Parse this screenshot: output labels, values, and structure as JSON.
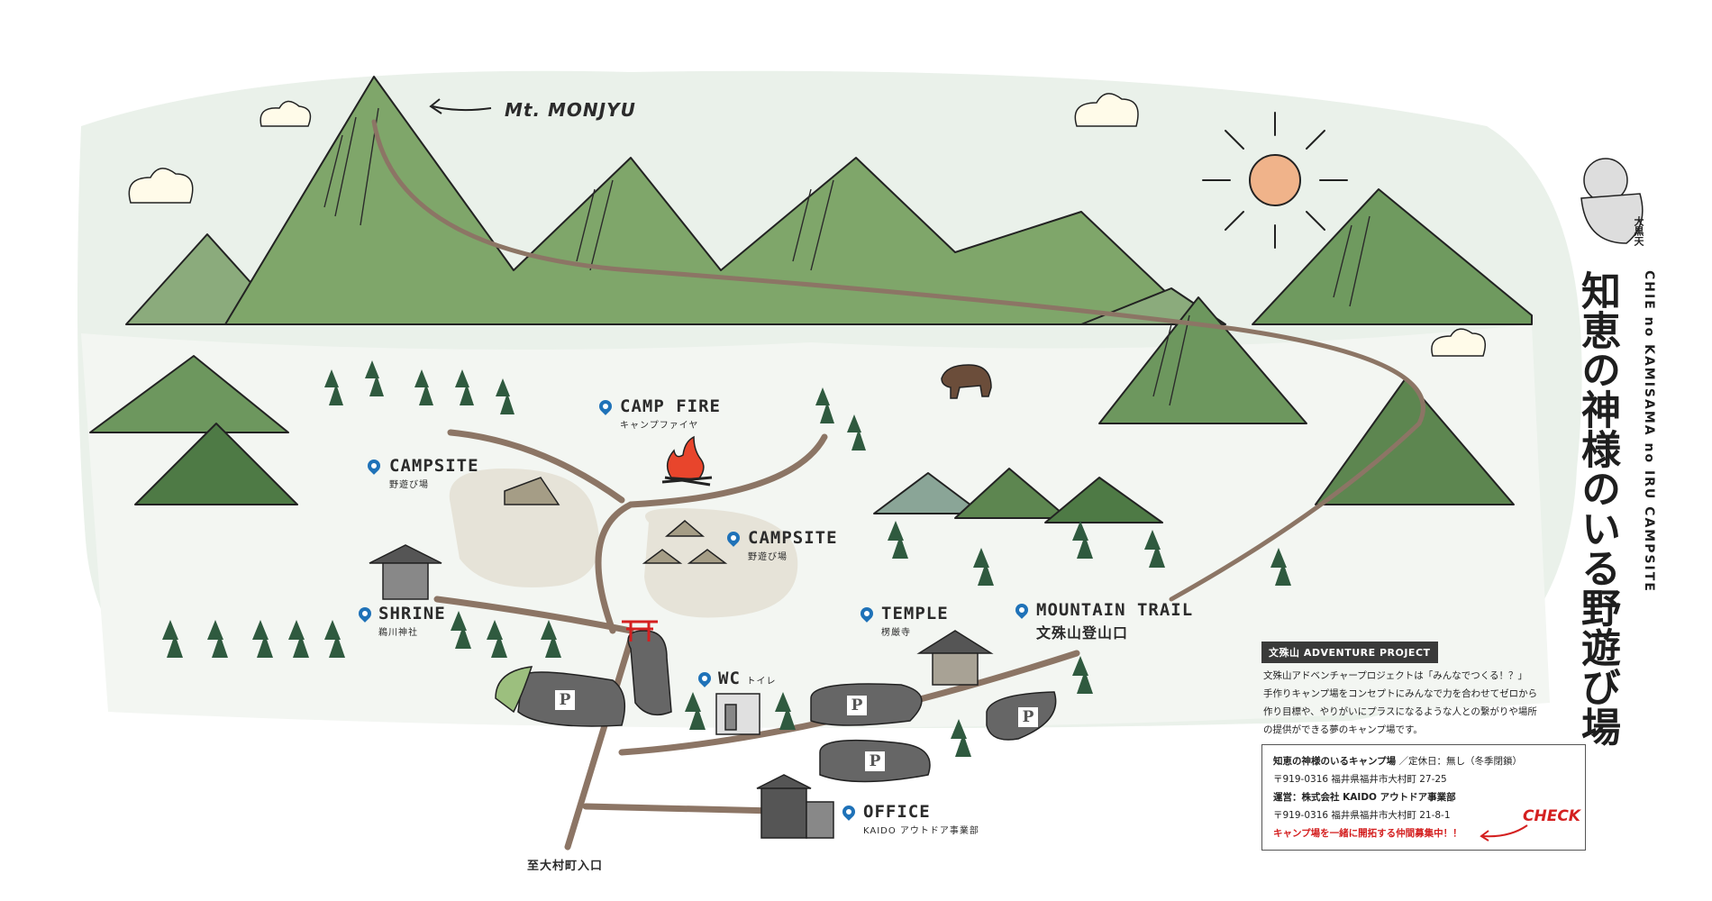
{
  "map": {
    "peak_label": "Mt. MONJYU",
    "places": [
      {
        "id": "campfire",
        "en": "CAMP FIRE",
        "jp": "キャンプファイヤ"
      },
      {
        "id": "campsite1",
        "en": "CAMPSITE",
        "jp": "野遊び場"
      },
      {
        "id": "campsite2",
        "en": "CAMPSITE",
        "jp": "野遊び場"
      },
      {
        "id": "shrine",
        "en": "SHRINE",
        "jp": "鵜川神社"
      },
      {
        "id": "temple",
        "en": "TEMPLE",
        "jp": "楞厳寺"
      },
      {
        "id": "trail",
        "en": "MOUNTAIN TRAIL",
        "jp": "文殊山登山口"
      },
      {
        "id": "wc",
        "en": "WC",
        "jp": "トイレ"
      },
      {
        "id": "office",
        "en": "OFFICE",
        "jp": "KAIDO アウトドア事業部"
      }
    ],
    "entrance_label": "至大村町入口",
    "parking_symbol": "P"
  },
  "branding": {
    "deity_seal": "大黒天",
    "title_jp": "知恵の神様のいる野遊び場",
    "title_en": "CHIE no KAMISAMA no IRU CAMPSITE"
  },
  "project": {
    "tag": "文殊山 ADVENTURE PROJECT",
    "lines": [
      "文殊山アドベンチャープロジェクトは「みんなでつくる！？」",
      "手作りキャンプ場をコンセプトにみんなで力を合わせてゼロから",
      "作り目標や、やりがいにプラスになるような人との繋がりや場所",
      "の提供ができる夢のキャンプ場です。"
    ]
  },
  "info": {
    "camp_name": "知恵の神様のいるキャンプ場",
    "holiday": "／定休日：無し（冬季閉鎖）",
    "camp_address": "〒919-0316 福井県福井市大村町 27-25",
    "operator": "運営：株式会社 KAIDO アウトドア事業部",
    "operator_address": "〒919-0316 福井県福井市大村町 21-8-1",
    "recruit": "キャンプ場を一緒に開拓する仲間募集中！！",
    "check": "CHECK"
  },
  "colors": {
    "mountain": "#7fa66a",
    "mountain_dark": "#4e7a45",
    "tree": "#2f5a3f",
    "road": "#8c7565",
    "parking": "#666666",
    "sun": "#f0b38a",
    "pin": "#1f72b8",
    "accent_red": "#d42020"
  }
}
